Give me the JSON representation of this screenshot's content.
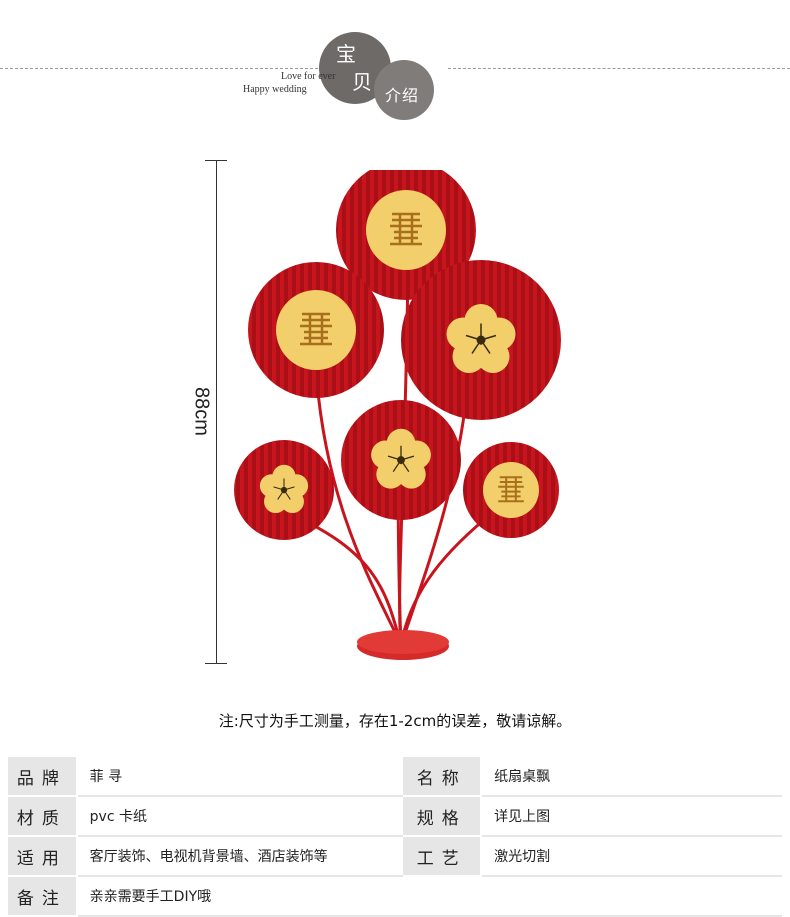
{
  "header": {
    "bao_char": "宝",
    "bei_char": "贝",
    "jieshao": "介绍",
    "slogan_line1": "Love for ever",
    "slogan_line2": "Happy wedding"
  },
  "product": {
    "dimension_label": "88cm",
    "description": "Red folded paper fan centerpiece with gold double-happiness and plum blossom medallions on red stems"
  },
  "note": "注:尺寸为手工测量，存在1-2cm的误差，敬请谅解。",
  "specs": [
    {
      "label1": "品牌",
      "value1": "菲 寻",
      "label2": "名称",
      "value2": "纸扇桌飘"
    },
    {
      "label1": "材质",
      "value1": "pvc 卡纸",
      "label2": "规格",
      "value2": "详见上图"
    },
    {
      "label1": "适用",
      "value1": "客厅装饰、电视机背景墙、酒店装饰等",
      "label2": "工艺",
      "value2": "激光切割"
    },
    {
      "label1": "备注",
      "value1": "亲亲需要手工DIY哦"
    }
  ],
  "colors": {
    "fan_red": "#c8141c",
    "gold": "#f2cf6a",
    "table_label_bg": "#e6e6e6",
    "circle_dark": "#6e6a68"
  }
}
